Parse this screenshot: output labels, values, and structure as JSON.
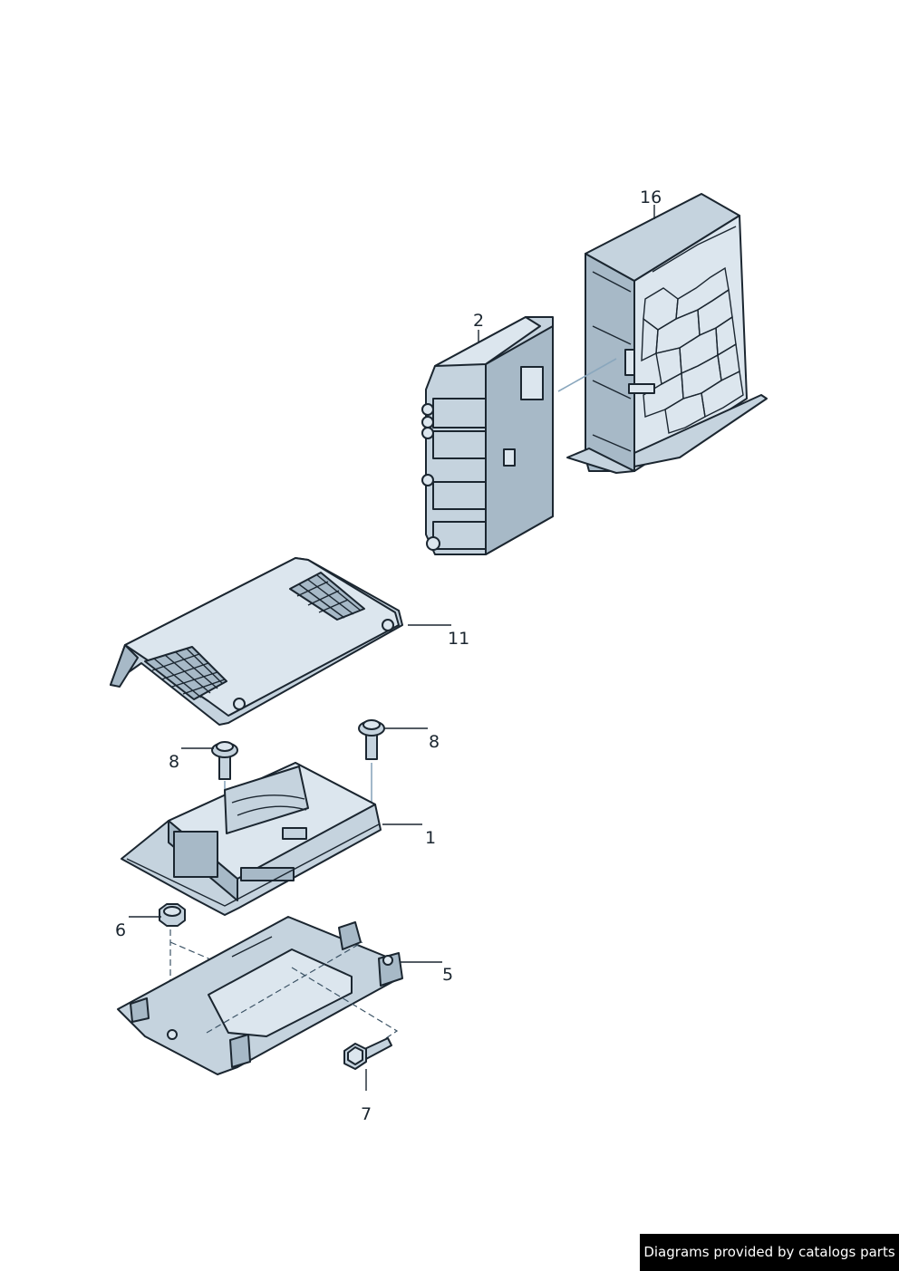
{
  "callouts": {
    "part_16": "16",
    "part_2": "2",
    "part_11": "11",
    "part_8_right": "8",
    "part_8_left": "8",
    "part_1": "1",
    "part_6": "6",
    "part_5": "5",
    "part_7": "7"
  },
  "footer": {
    "credit": "Diagrams provided by catalogs parts"
  },
  "colors": {
    "part_fill": "#c5d3de",
    "outline": "#1b2630",
    "footer_bg": "#000000",
    "footer_text": "#ffffff"
  }
}
